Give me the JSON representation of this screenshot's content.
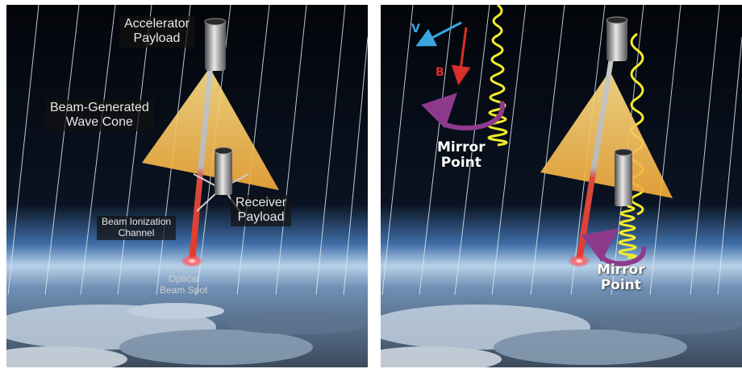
{
  "left_panel": {
    "accelerator_label": [
      "Accelerator",
      "Payload"
    ],
    "wave_cone_label": [
      "Beam-Generated",
      "Wave Cone"
    ],
    "receiver_label": [
      "Receiver",
      "Payload"
    ],
    "ionization_label": [
      "Beam Ionization",
      "Channel"
    ],
    "beam_spot_label": [
      "Optical",
      "Beam Spot"
    ]
  },
  "right_panel": {
    "mirror_point_upper": [
      "Mirror",
      "Point"
    ],
    "mirror_point_lower": [
      "Mirror",
      "Point"
    ],
    "velocity_label": "V",
    "field_label": "B"
  },
  "colors": {
    "space": "#05070d",
    "field_line": "#dfe8f2",
    "cone": "#f5b53a",
    "beam": "#d8332c",
    "wave": "#f2ec2a",
    "mirror_arrow": "#8e3a8c",
    "velocity_vector": "#39a6e0",
    "field_vector": "#d8302a"
  }
}
